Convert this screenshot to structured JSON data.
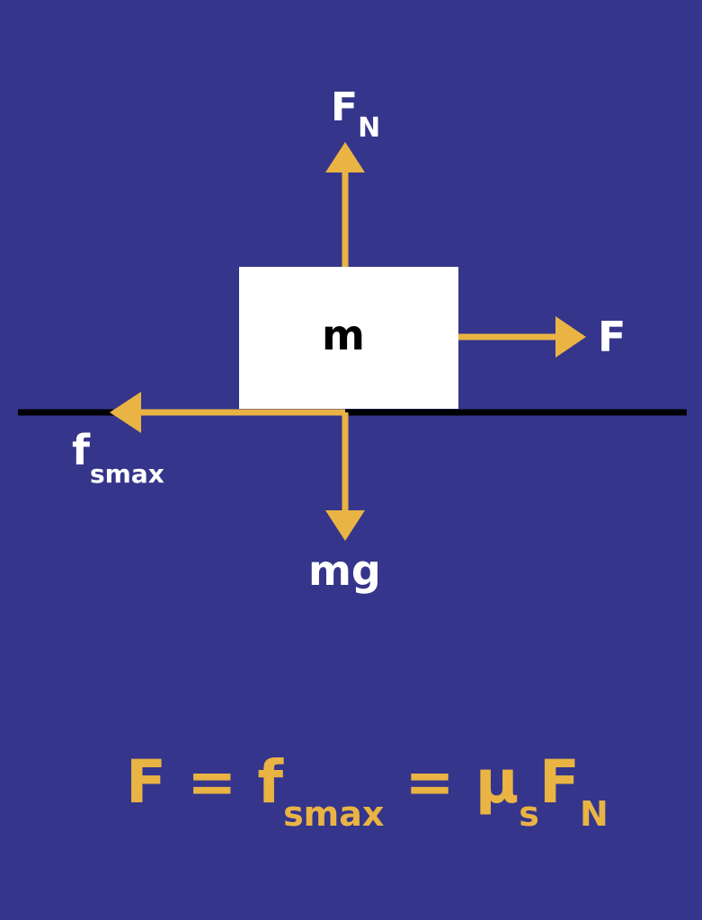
{
  "labels": {
    "normal": "F",
    "normal_sub": "N",
    "mass": "m",
    "applied": "F",
    "friction": "f",
    "friction_sub": "smax",
    "weight": "mg"
  },
  "equation": {
    "p1": "F = f",
    "p1_sub": "smax",
    "p2": "= μ",
    "p2_sub": "s",
    "p3": "F",
    "p3_sub": "N"
  },
  "colors": {
    "background": "#35358c",
    "arrow": "#e9b443",
    "block": "#ffffff",
    "ground": "#000000"
  }
}
